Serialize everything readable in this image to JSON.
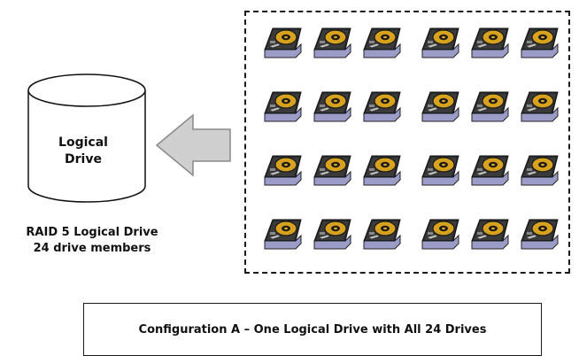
{
  "logical_drive": {
    "label_line1": "Logical",
    "label_line2": "Drive"
  },
  "caption": {
    "line1": "RAID 5 Logical Drive",
    "line2": "24 drive members"
  },
  "drive_array": {
    "rows": 4,
    "columns": 6,
    "drive_icon": "hard-disk-drive-icon"
  },
  "arrow_icon": "arrow-left-icon",
  "configuration": {
    "label": "Configuration A – One Logical Drive with All 24 Drives"
  },
  "colors": {
    "drive_platter": "#d9a21e",
    "drive_base": "#9c9cc8",
    "arrow_fill": "#cfcfcf"
  }
}
